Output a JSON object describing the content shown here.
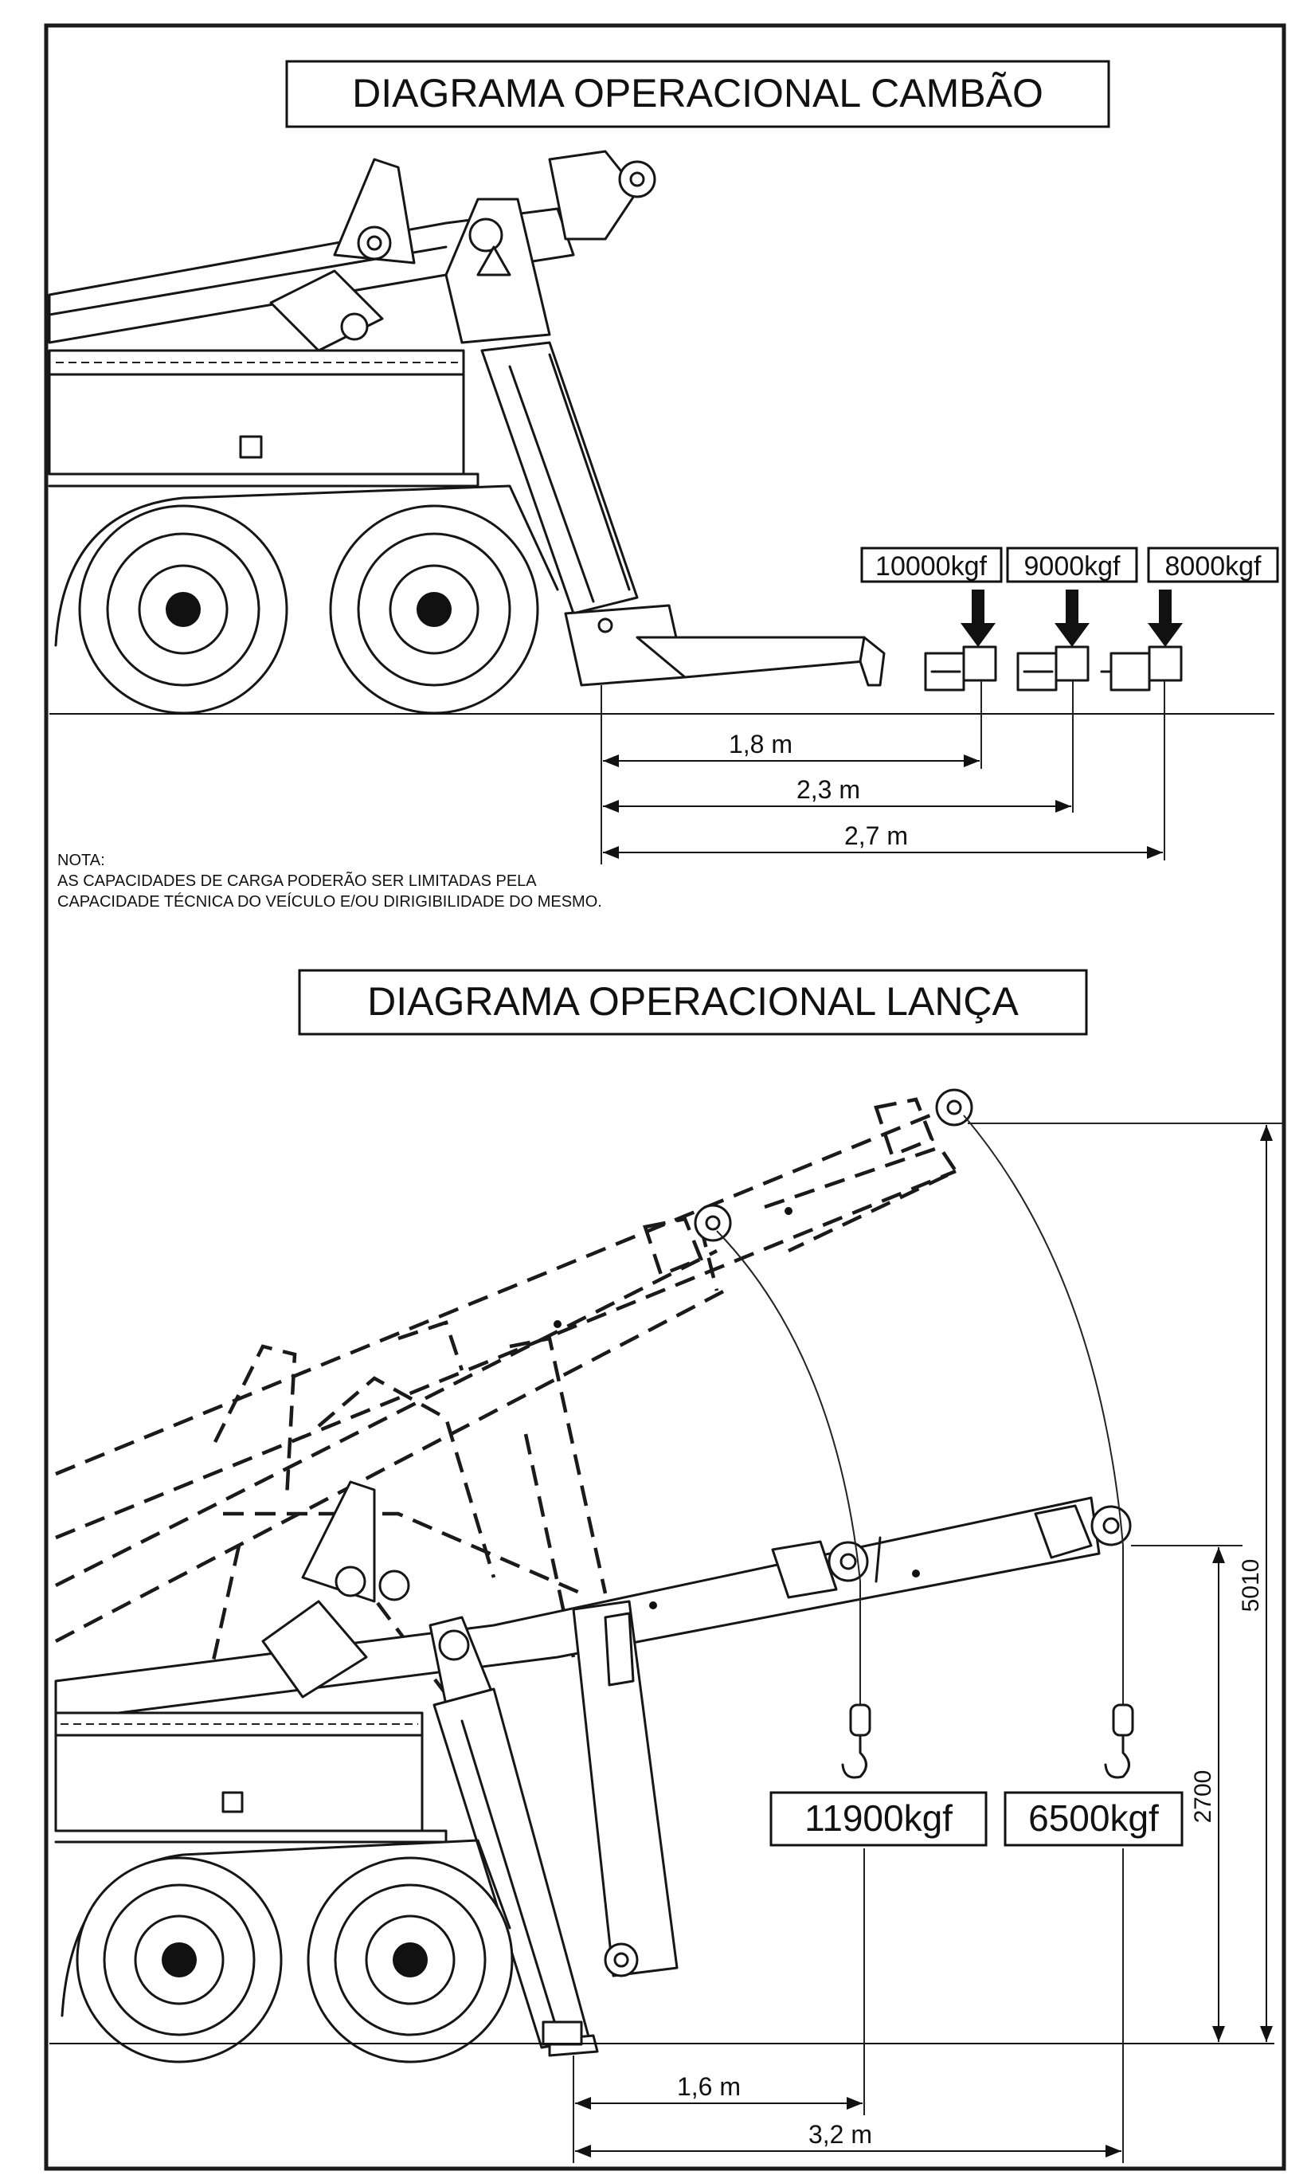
{
  "top": {
    "title": "DIAGRAMA OPERACIONAL CAMBÃO",
    "capacities": [
      "10000kgf",
      "9000kgf",
      "8000kgf"
    ],
    "distances": [
      "1,8 m",
      "2,3 m",
      "2,7 m"
    ]
  },
  "note": {
    "heading": "NOTA:",
    "line1": "AS CAPACIDADES DE CARGA PODERÃO SER LIMITADAS PELA",
    "line2": "CAPACIDADE TÉCNICA DO VEÍCULO E/OU DIRIGIBILIDADE DO MESMO."
  },
  "bottom": {
    "title": "DIAGRAMA OPERACIONAL LANÇA",
    "capacities": [
      "11900kgf",
      "6500kgf"
    ],
    "heights": [
      "5010",
      "2700"
    ],
    "distances": [
      "1,6 m",
      "3,2 m"
    ]
  },
  "colors": {
    "line": "#161616",
    "paper": "#ffffff",
    "border": "#1a1a1a"
  }
}
